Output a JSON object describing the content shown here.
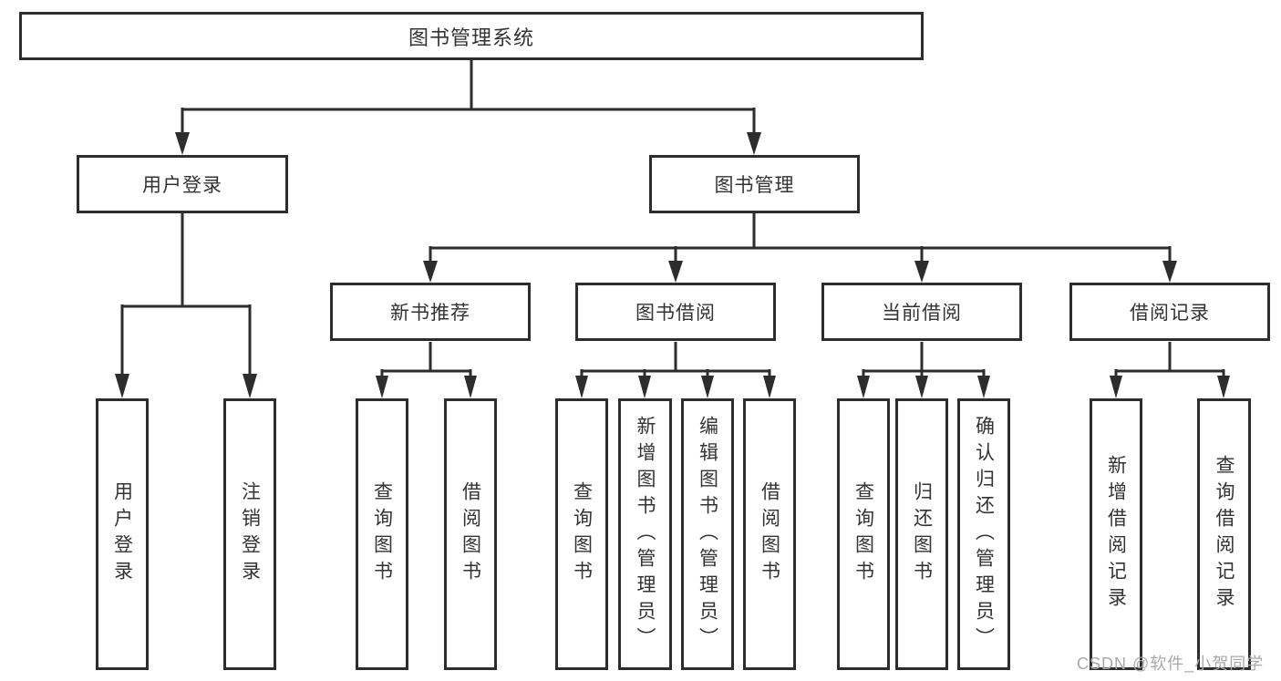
{
  "tree": {
    "label": "图书管理系统",
    "children": [
      {
        "label": "用户登录",
        "children": [
          {
            "label": "用户登录"
          },
          {
            "label": "注销登录"
          }
        ]
      },
      {
        "label": "图书管理",
        "children": [
          {
            "label": "新书推荐",
            "children": [
              {
                "label": "查询图书"
              },
              {
                "label": "借阅图书"
              }
            ]
          },
          {
            "label": "图书借阅",
            "children": [
              {
                "label": "查询图书"
              },
              {
                "label": "新增图书（管理员）"
              },
              {
                "label": "编辑图书（管理员）"
              },
              {
                "label": "借阅图书"
              }
            ]
          },
          {
            "label": "当前借阅",
            "children": [
              {
                "label": "查询图书"
              },
              {
                "label": "归还图书"
              },
              {
                "label": "确认归还（管理员）"
              }
            ]
          },
          {
            "label": "借阅记录",
            "children": [
              {
                "label": "新增借阅记录"
              },
              {
                "label": "查询借阅记录"
              }
            ]
          }
        ]
      }
    ]
  },
  "watermark": {
    "text": "CSDN @软件_小贺同学"
  },
  "colors": {
    "line": "#2d2d2d",
    "text": "#333333",
    "background": "#ffffff",
    "watermark": "#a9a9a9"
  }
}
